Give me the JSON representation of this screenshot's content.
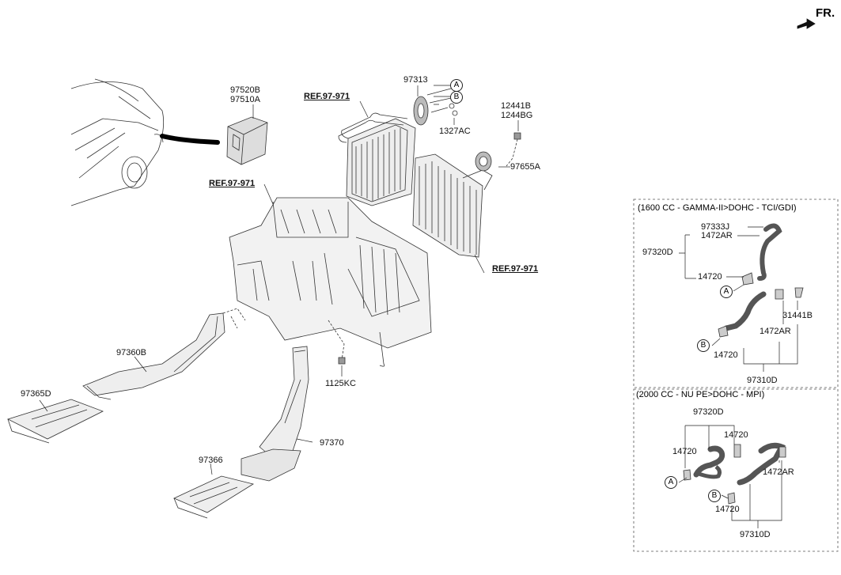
{
  "orientation": {
    "label": "FR.",
    "icon": "front-arrow-icon"
  },
  "main": {
    "actuator_part_1": "97520B",
    "actuator_part_2": "97510A",
    "ref_1": "REF.97-971",
    "ref_2": "REF.97-971",
    "ref_3": "REF.97-971",
    "seal_part": "97313",
    "clip_part": "1327AC",
    "screw_part_1": "12441B",
    "screw_part_2": "1244BG",
    "seal_part_2": "97655A",
    "duct_rear_part": "97360B",
    "duct_rear_end_part": "97365D",
    "screw_part_3": "1125KC",
    "duct_front_part": "97370",
    "duct_front_end_part": "97366"
  },
  "markers": {
    "a": "A",
    "b": "B"
  },
  "panel1": {
    "title": "(1600 CC - GAMMA-II>DOHC - TCI/GDI)",
    "labels": {
      "l1": "97333J",
      "l2": "1472AR",
      "l3": "97320D",
      "l4": "14720",
      "l5": "31441B",
      "l6": "1472AR",
      "l7": "14720",
      "l8": "97310D"
    }
  },
  "panel2": {
    "title": "(2000 CC - NU PE>DOHC - MPI)",
    "labels": {
      "l1": "97320D",
      "l2": "14720",
      "l3": "14720",
      "l4": "1472AR",
      "l5": "14720",
      "l6": "97310D"
    }
  }
}
